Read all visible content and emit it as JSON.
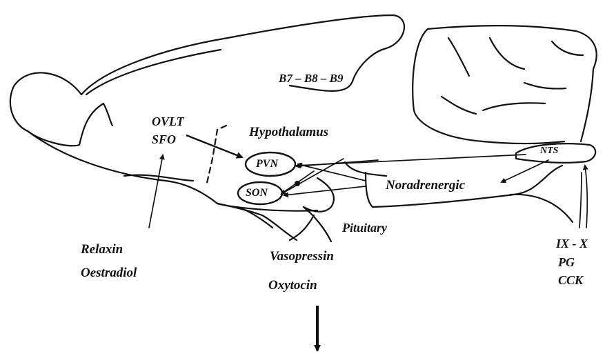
{
  "diagram": {
    "nuclei": {
      "raphe": "B7 – B8 – B9",
      "ovlt": "OVLT",
      "sfo": "SFO",
      "hypothalamus": "Hypothalamus",
      "pvn": "PVN",
      "son": "SON",
      "nts": "NTS",
      "noradrenergic": "Noradrenergic",
      "pituitary": "Pituitary"
    },
    "inputs": {
      "relaxin": "Relaxin",
      "oestradiol": "Oestradiol",
      "nerves": "IX - X",
      "pg": "PG",
      "cck": "CCK"
    },
    "outputs": {
      "vasopressin": "Vasopressin",
      "oxytocin": "Oxytocin"
    },
    "colors": {
      "ink": "#111111",
      "background": "#ffffff"
    }
  }
}
